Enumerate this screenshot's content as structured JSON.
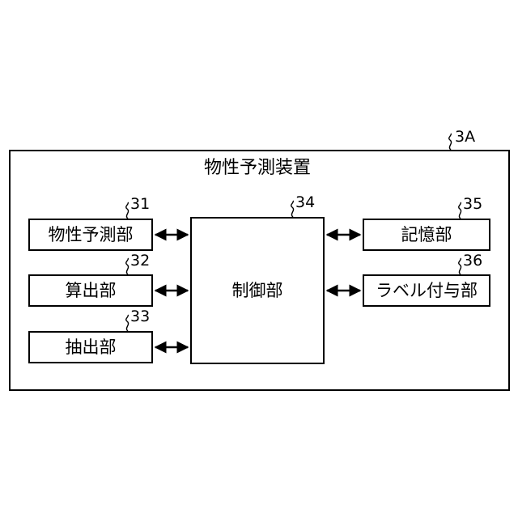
{
  "device": {
    "ref": "3A",
    "title": "物性予測装置"
  },
  "blocks": {
    "prop_predict": {
      "ref": "31",
      "label": "物性予測部"
    },
    "calc": {
      "ref": "32",
      "label": "算出部"
    },
    "extract": {
      "ref": "33",
      "label": "抽出部"
    },
    "control": {
      "ref": "34",
      "label": "制御部"
    },
    "storage": {
      "ref": "35",
      "label": "記憶部"
    },
    "labeling": {
      "ref": "36",
      "label": "ラベル付与部"
    }
  },
  "colors": {
    "line": "#000000",
    "background": "#ffffff"
  }
}
